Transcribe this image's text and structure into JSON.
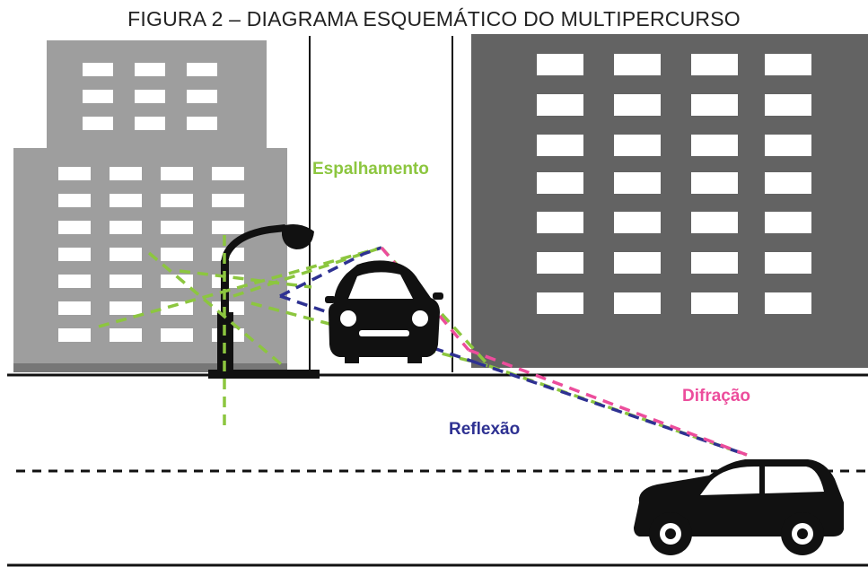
{
  "figure": {
    "title": "FIGURA 2 – DIAGRAMA ESQUEMÁTICO DO MULTIPERCURSO"
  },
  "labels": {
    "scattering": "Espalhamento",
    "reflection": "Reflexão",
    "diffraction": "Difração"
  },
  "colors": {
    "scattering": "#8cc63f",
    "reflection": "#2e3192",
    "diffraction": "#ec4d9c",
    "building_left": "#9e9e9e",
    "building_right": "#636363",
    "vehicle": "#111111"
  },
  "icons": {
    "left_building": "building-icon",
    "right_building": "building-icon",
    "street_lamp": "street-lamp-icon",
    "parked_car": "car-front-icon",
    "moving_car": "car-side-icon"
  }
}
